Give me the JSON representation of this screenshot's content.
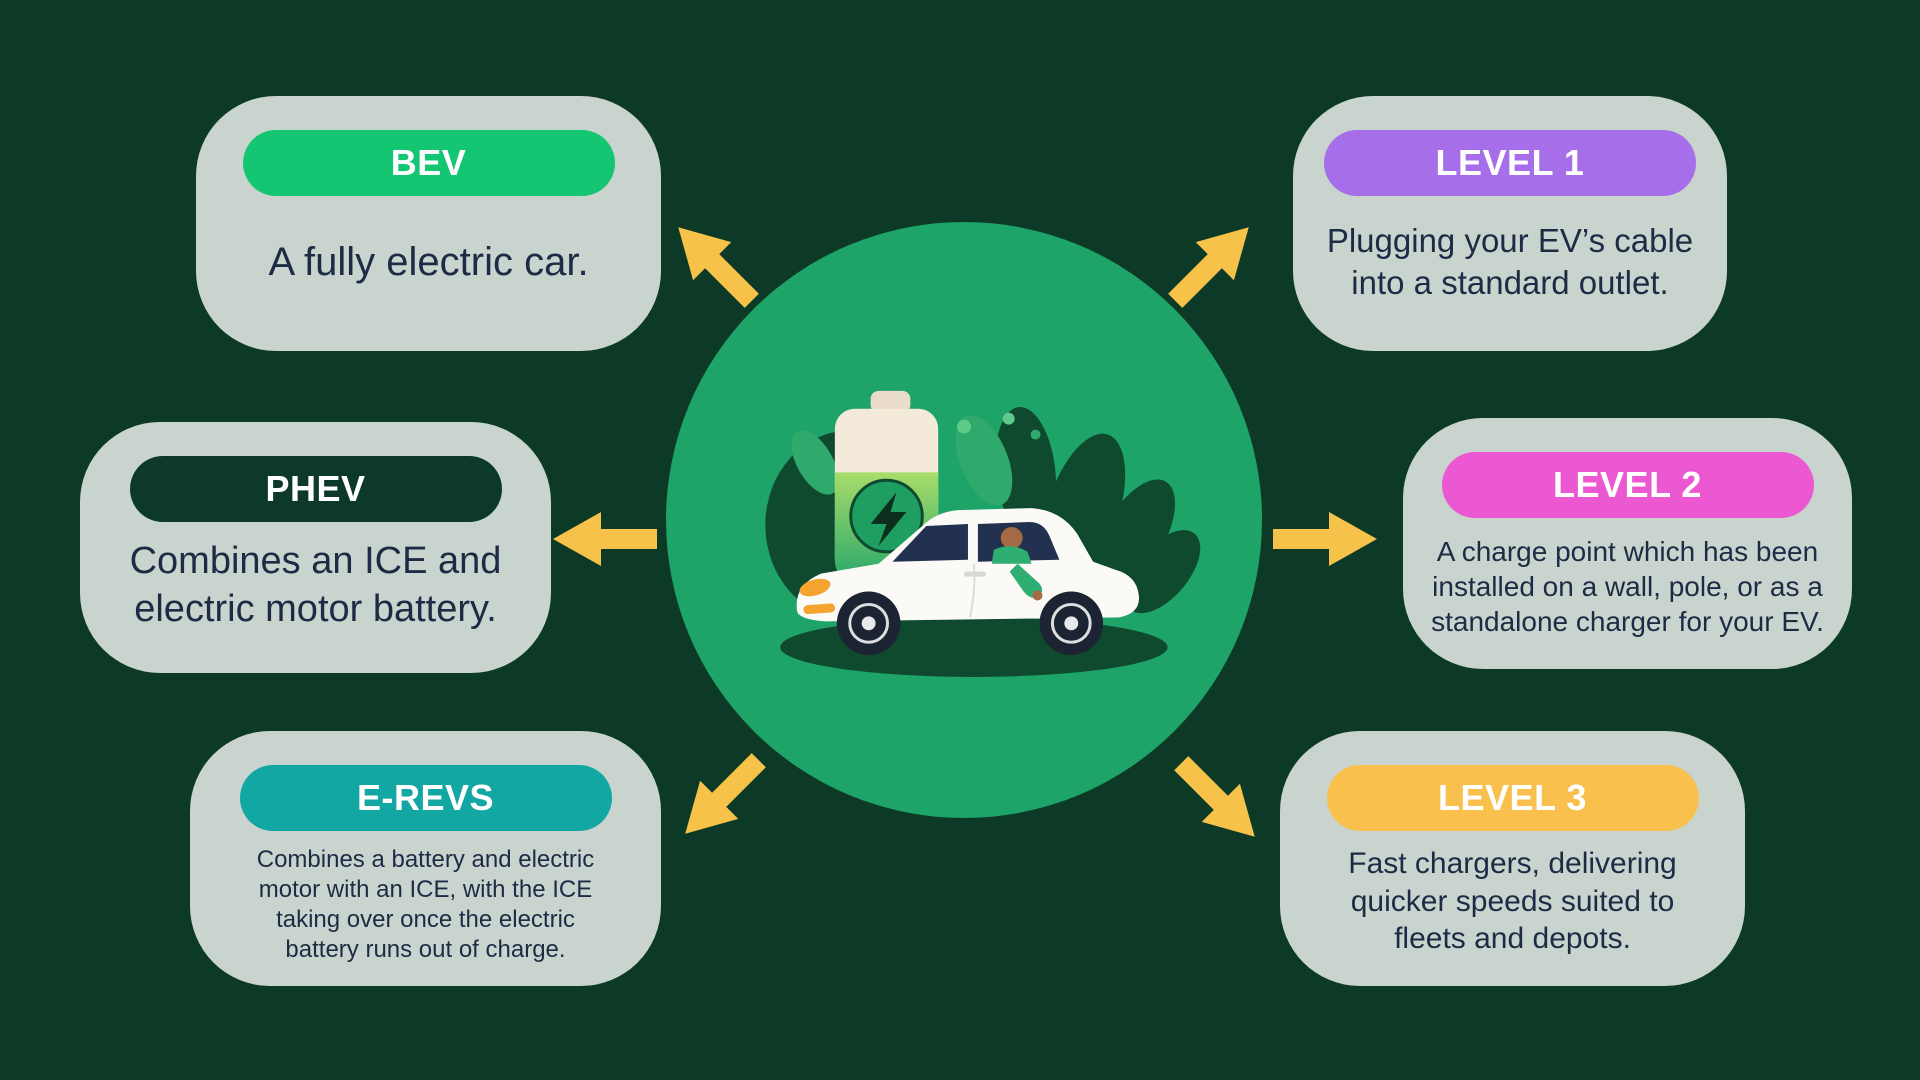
{
  "palette": {
    "bg": "#0c3a26",
    "card": "#c9d4ce",
    "circle": "#1ea369",
    "arrow": "#f6c24a",
    "text": "#1e2b45",
    "pill_text": "#ffffff"
  },
  "center": {
    "illustration": "person-driving-white-ev-car-with-charging-battery-and-leaves"
  },
  "icons": {
    "arrow": "thick-yellow-arrow",
    "battery": "battery-charging",
    "lightning": "lightning-bolt"
  },
  "cards": [
    {
      "id": "bev",
      "label": "BEV",
      "pill_color": "#14c571",
      "description": "A fully electric car."
    },
    {
      "id": "phev",
      "label": "PHEV",
      "pill_color": "#0d3a28",
      "description": "Combines an ICE and electric motor battery."
    },
    {
      "id": "erevs",
      "label": "E-REVS",
      "pill_color": "#12a7a3",
      "description": "Combines a battery and electric motor with an ICE, with the ICE taking over once the electric battery runs out of charge."
    },
    {
      "id": "level1",
      "label": "LEVEL 1",
      "pill_color": "#a76ee9",
      "description": "Plugging your EV’s cable into a standard outlet."
    },
    {
      "id": "level2",
      "label": "LEVEL 2",
      "pill_color": "#ec58d2",
      "description": "A charge point which has been installed on a wall, pole, or as a standalone charger for your EV."
    },
    {
      "id": "level3",
      "label": "LEVEL 3",
      "pill_color": "#f9c04e",
      "description": "Fast chargers, delivering quicker speeds suited to fleets and depots."
    }
  ]
}
